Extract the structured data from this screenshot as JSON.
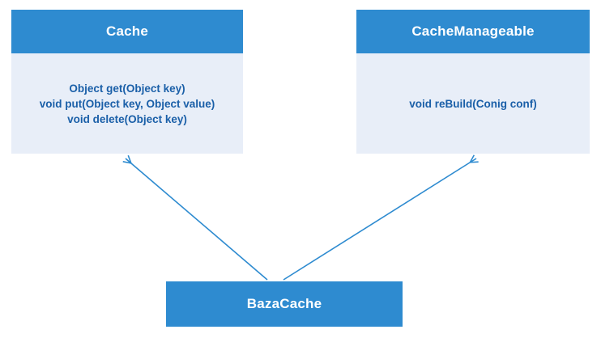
{
  "diagram": {
    "type": "uml-class-diagram",
    "colors": {
      "header_fill": "#2e8bd0",
      "body_fill": "#e8eef8",
      "header_text": "#ffffff",
      "body_text": "#1a5fa8",
      "arrow": "#2e8bd0",
      "background": "#ffffff"
    },
    "classes": {
      "cache": {
        "name": "Cache",
        "methods": [
          "Object get(Object key)",
          "void put(Object key, Object value)",
          "void delete(Object key)"
        ]
      },
      "cache_manageable": {
        "name": "CacheManageable",
        "methods": [
          "void reBuild(Conig conf)"
        ]
      },
      "baza_cache": {
        "name": "BazaCache",
        "methods": []
      }
    },
    "relations": [
      {
        "from": "BazaCache",
        "to": "Cache",
        "kind": "implements-arrow"
      },
      {
        "from": "BazaCache",
        "to": "CacheManageable",
        "kind": "implements-arrow"
      }
    ]
  }
}
